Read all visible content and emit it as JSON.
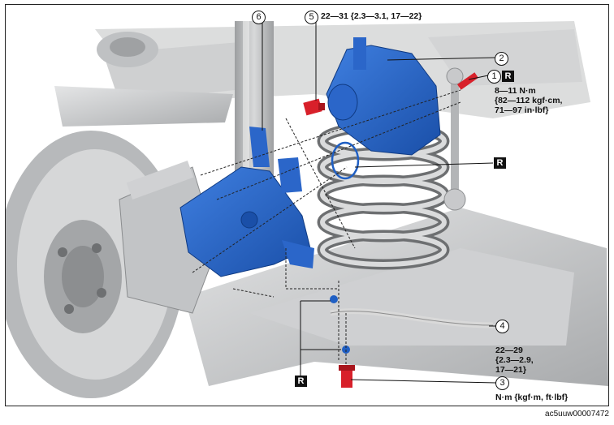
{
  "callouts": {
    "c1": "1",
    "c2": "2",
    "c3": "3",
    "c4": "4",
    "c5": "5",
    "c6": "6"
  },
  "replace_mark": "R",
  "torque": {
    "bolt5": "22—31 {2.3—3.1, 17—22}",
    "bolt1_line1": "8—11 N·m",
    "bolt1_line2": "{82—112 kgf·cm,",
    "bolt1_line3": "71—97 in·lbf}",
    "bolt3_line1": "22—29",
    "bolt3_line2": "{2.3—2.9,",
    "bolt3_line3": "17—21}",
    "units": "N·m {kgf·m, ft·lbf}"
  },
  "figure_code": "ac5uuw00007472",
  "colors": {
    "caliper_blue": "#1f5fc4",
    "bolt_red": "#d8202a",
    "metal_grey": "#c7c9cb"
  }
}
